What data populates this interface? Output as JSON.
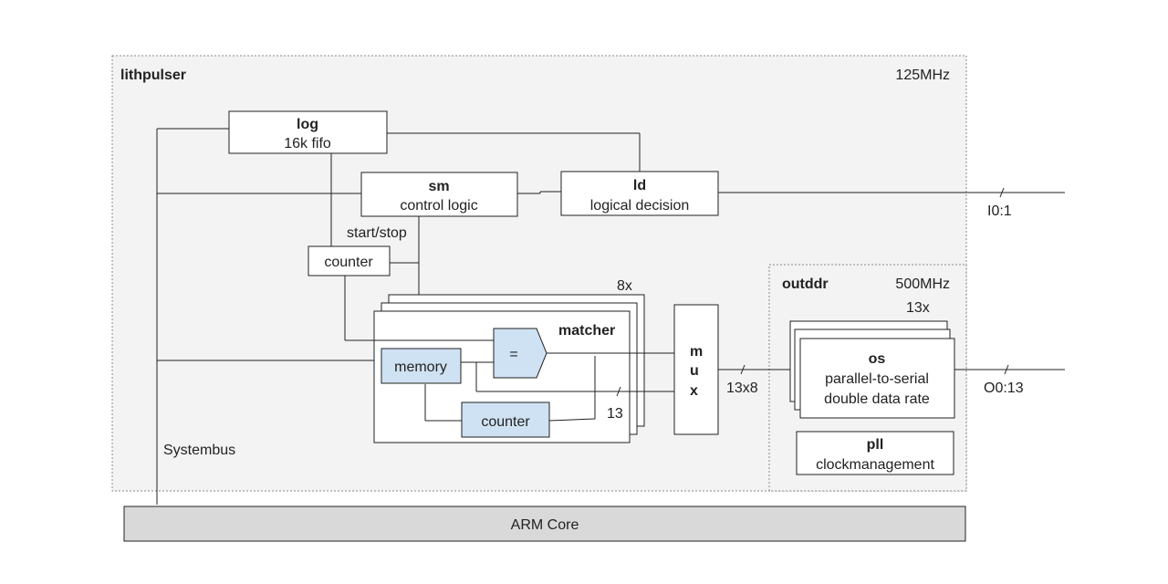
{
  "lithpulser": {
    "title": "lithpulser",
    "clock": "125MHz"
  },
  "log": {
    "title": "log",
    "subtitle": "16k fifo"
  },
  "sm": {
    "title": "sm",
    "subtitle": "control logic"
  },
  "ld": {
    "title": "ld",
    "subtitle": "logical decision"
  },
  "io_in": {
    "label": "I0:1"
  },
  "start_stop": {
    "label": "start/stop"
  },
  "counter_top": {
    "label": "counter"
  },
  "matcher": {
    "title": "matcher",
    "count": "8x",
    "memory": "memory",
    "comparator": "=",
    "counter": "counter",
    "bus_width": "13"
  },
  "mux": {
    "m": "m",
    "u": "u",
    "x": "x"
  },
  "mux_bus": {
    "label": "13x8"
  },
  "outddr": {
    "title": "outddr",
    "clock": "500MHz",
    "count": "13x"
  },
  "os": {
    "title": "os",
    "line1": "parallel-to-serial",
    "line2": "double data rate"
  },
  "pll": {
    "title": "pll",
    "subtitle": "clockmanagement"
  },
  "io_out": {
    "label": "O0:13"
  },
  "systembus": {
    "label": "Systembus"
  },
  "arm": {
    "label": "ARM Core"
  },
  "colors": {
    "region_fill": "#f3f3f3",
    "block_blue": "#cfe2f3",
    "arm_fill": "#d9d9d9"
  }
}
